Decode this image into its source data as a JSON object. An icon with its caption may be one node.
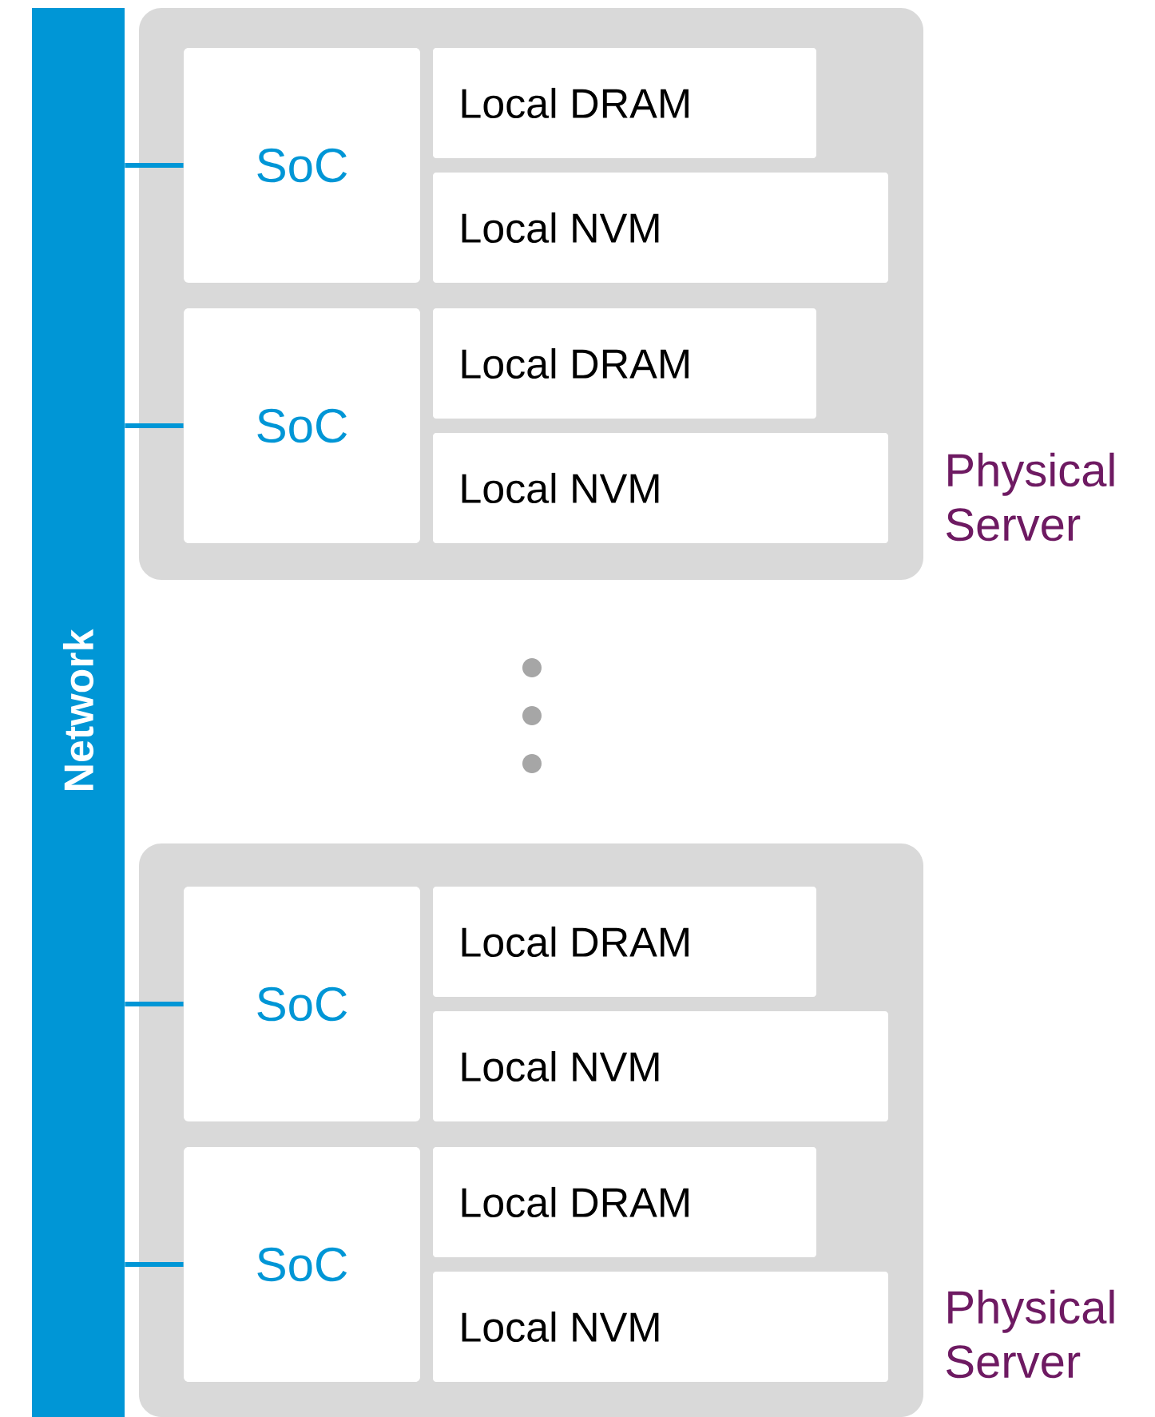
{
  "diagram": {
    "nodes": [
      {
        "text": [
          "Network"
        ]
      },
      {
        "text": [],
        "shape": "box",
        "beside": [
          "Physical Server"
        ]
      },
      {
        "text": [
          "SoC"
        ],
        "in": 1
      },
      {
        "text": [
          "Local DRAM"
        ],
        "in": 1
      },
      {
        "text": [
          "Local NVM"
        ],
        "in": 1
      },
      {
        "text": [
          "SoC"
        ],
        "in": 1
      },
      {
        "text": [
          "Local DRAM"
        ],
        "in": 1
      },
      {
        "text": [
          "Local NVM"
        ],
        "in": 1
      },
      {
        "text": [],
        "shape": "box",
        "beside": [
          "Physical Server"
        ]
      },
      {
        "text": [
          "SoC"
        ],
        "in": 8
      },
      {
        "text": [
          "Local DRAM"
        ],
        "in": 8
      },
      {
        "text": [
          "Local NVM"
        ],
        "in": 8
      },
      {
        "text": [
          "SoC"
        ],
        "in": 8
      },
      {
        "text": [
          "Local DRAM"
        ],
        "in": 8
      },
      {
        "text": [
          "Local NVM"
        ],
        "in": 8
      }
    ],
    "edges": [
      {
        "from": 0,
        "to": 2,
        "arrow": "none"
      },
      {
        "from": 0,
        "to": 5,
        "arrow": "none"
      },
      {
        "from": 0,
        "to": 9,
        "arrow": "none"
      },
      {
        "from": 0,
        "to": 12,
        "arrow": "none"
      }
    ]
  }
}
